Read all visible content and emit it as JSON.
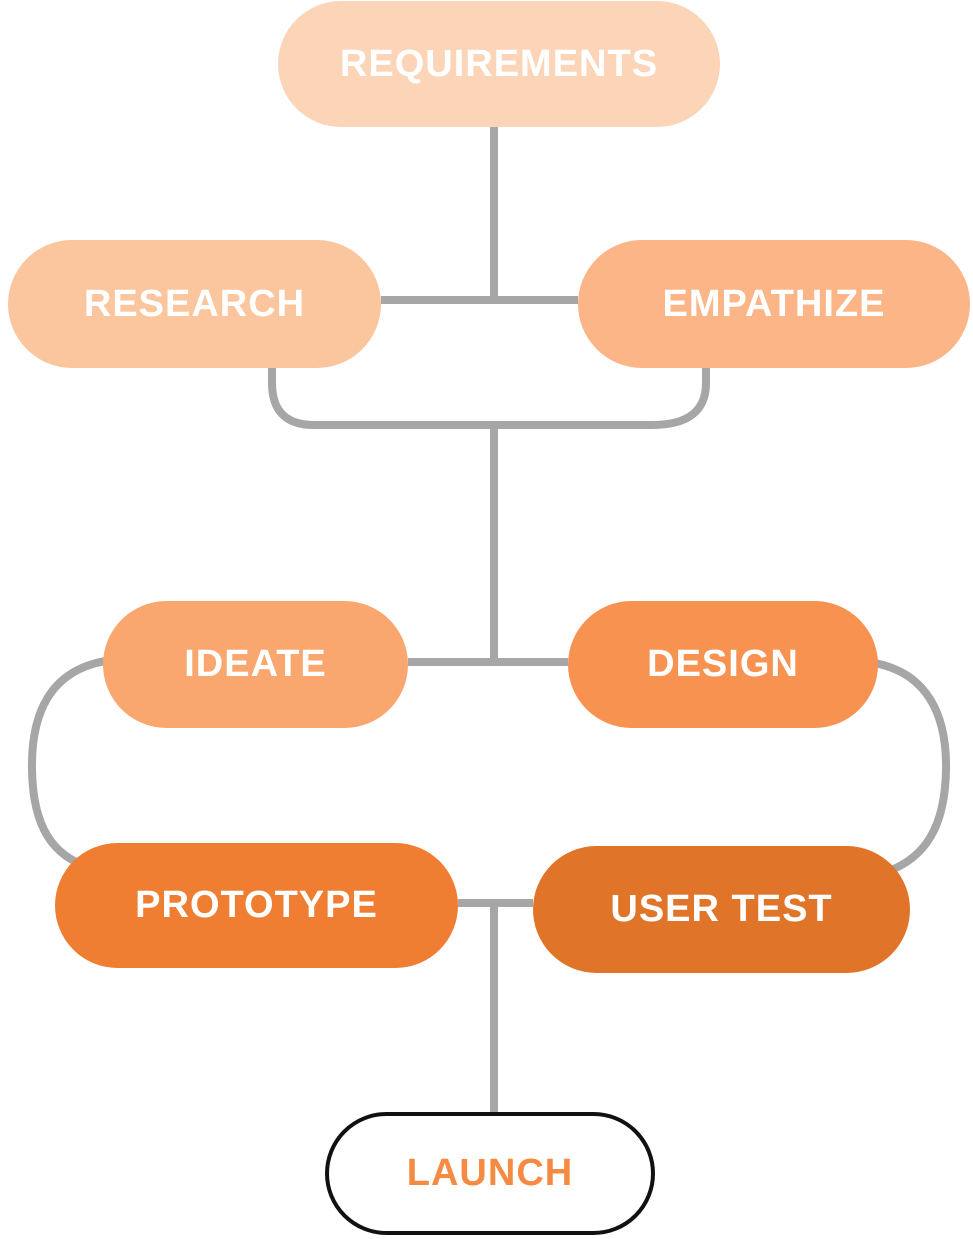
{
  "diagram": {
    "type": "flowchart",
    "connector_color": "#A6A6A6",
    "nodes": [
      {
        "id": "requirements",
        "label": "REQUIREMENTS",
        "fill": "#FCD5B9",
        "text_color": "#FFFFFF"
      },
      {
        "id": "research",
        "label": "RESEARCH",
        "fill": "#FBC59D",
        "text_color": "#FFFFFF"
      },
      {
        "id": "empathize",
        "label": "EMPATHIZE",
        "fill": "#FBB586",
        "text_color": "#FFFFFF"
      },
      {
        "id": "ideate",
        "label": "IDEATE",
        "fill": "#FAA66F",
        "text_color": "#FFFFFF"
      },
      {
        "id": "design",
        "label": "DESIGN",
        "fill": "#F89251",
        "text_color": "#FFFFFF"
      },
      {
        "id": "prototype",
        "label": "PROTOTYPE",
        "fill": "#EF7E33",
        "text_color": "#FFFFFF"
      },
      {
        "id": "user_test",
        "label": "USER TEST",
        "fill": "#E07429",
        "text_color": "#FFFFFF"
      },
      {
        "id": "launch",
        "label": "LAUNCH",
        "fill": "#FFFFFF",
        "text_color": "#F58B43",
        "border_color": "#111111"
      }
    ],
    "edges": [
      {
        "from": "requirements",
        "to": "research"
      },
      {
        "from": "requirements",
        "to": "empathize"
      },
      {
        "from": "research",
        "to": "ideate"
      },
      {
        "from": "research",
        "to": "design"
      },
      {
        "from": "empathize",
        "to": "ideate"
      },
      {
        "from": "empathize",
        "to": "design"
      },
      {
        "from": "ideate",
        "to": "prototype"
      },
      {
        "from": "design",
        "to": "user_test"
      },
      {
        "from": "prototype",
        "to": "launch"
      },
      {
        "from": "user_test",
        "to": "launch"
      }
    ]
  }
}
